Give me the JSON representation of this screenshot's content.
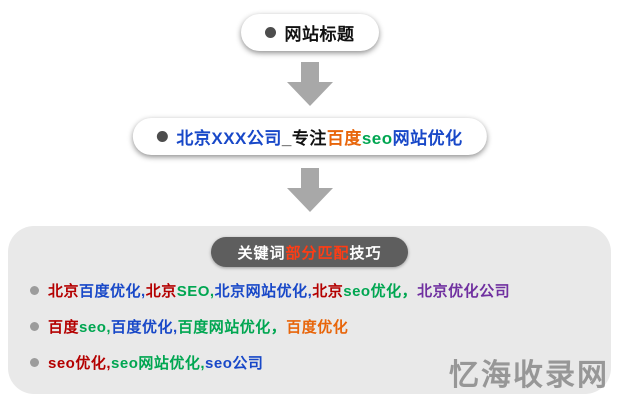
{
  "top_node": {
    "label": "网站标题"
  },
  "title_node": {
    "segments": [
      {
        "text": "北京XXX公司",
        "color": "#1848c8"
      },
      {
        "text": "_专注",
        "color": "#111111"
      },
      {
        "text": "百度",
        "color": "#e8650a"
      },
      {
        "text": "seo",
        "color": "#00a651"
      },
      {
        "text": "网站优化",
        "color": "#1848c8"
      }
    ]
  },
  "panel": {
    "header": {
      "segments": [
        {
          "text": "关键词",
          "color": "#ffffff"
        },
        {
          "text": "部分匹配",
          "color": "#ff3c14"
        },
        {
          "text": "技巧",
          "color": "#ffffff"
        }
      ],
      "background": "#5e5e5e"
    },
    "rows": [
      {
        "segments": [
          {
            "text": "北京",
            "color": "#b40000"
          },
          {
            "text": "百度优化,",
            "color": "#1848c8"
          },
          {
            "text": "北京",
            "color": "#b40000"
          },
          {
            "text": "SEO,",
            "color": "#00a651"
          },
          {
            "text": "北京网站优化,",
            "color": "#1848c8"
          },
          {
            "text": "北京",
            "color": "#b40000"
          },
          {
            "text": "seo优化，",
            "color": "#00a651"
          },
          {
            "text": "北京优化公司",
            "color": "#7030a0"
          }
        ]
      },
      {
        "segments": [
          {
            "text": "百度",
            "color": "#b40000"
          },
          {
            "text": "seo,",
            "color": "#00a651"
          },
          {
            "text": "百度优化,",
            "color": "#1848c8"
          },
          {
            "text": "百度网站优化，",
            "color": "#00a651"
          },
          {
            "text": "百度优化",
            "color": "#e8650a"
          }
        ]
      },
      {
        "segments": [
          {
            "text": "seo优化,",
            "color": "#b40000"
          },
          {
            "text": "seo网站优化,",
            "color": "#00a651"
          },
          {
            "text": "seo公司",
            "color": "#1848c8"
          }
        ]
      }
    ]
  },
  "watermark": {
    "text": "忆海收录网",
    "color": "#8f8f8f"
  },
  "icons": {
    "down_arrow": "block-arrow-down",
    "bullet": "●"
  },
  "colors": {
    "arrow_gray": "#a8a8a8",
    "panel_background": "#e9e9e9",
    "header_background": "#5e5e5e"
  }
}
